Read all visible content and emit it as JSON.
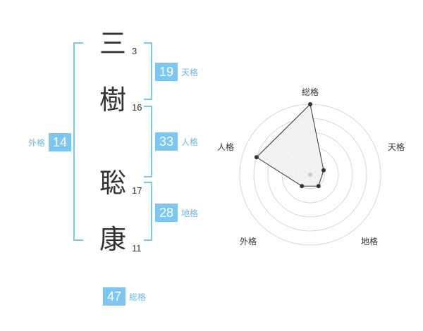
{
  "name": {
    "chars": [
      {
        "char": "三",
        "strokes": "3"
      },
      {
        "char": "樹",
        "strokes": "16"
      },
      {
        "char": "聡",
        "strokes": "17"
      },
      {
        "char": "康",
        "strokes": "11"
      }
    ]
  },
  "fortune": {
    "tenkaku": {
      "value": "19",
      "label": "天格"
    },
    "jinkaku": {
      "value": "33",
      "label": "人格"
    },
    "chikaku": {
      "value": "28",
      "label": "地格"
    },
    "gaikaku": {
      "value": "14",
      "label": "外格"
    },
    "soukaku": {
      "value": "47",
      "label": "総格"
    }
  },
  "chart_data": {
    "type": "radar",
    "axes": [
      "総格",
      "天格",
      "地格",
      "外格",
      "人格"
    ],
    "values": [
      5,
      1,
      1,
      1,
      4
    ],
    "max": 5,
    "rings": 5,
    "colors": {
      "fill": "#f0f0f0",
      "line": "#333333",
      "grid": "#d6d6d6",
      "center": "#cccccc"
    }
  }
}
